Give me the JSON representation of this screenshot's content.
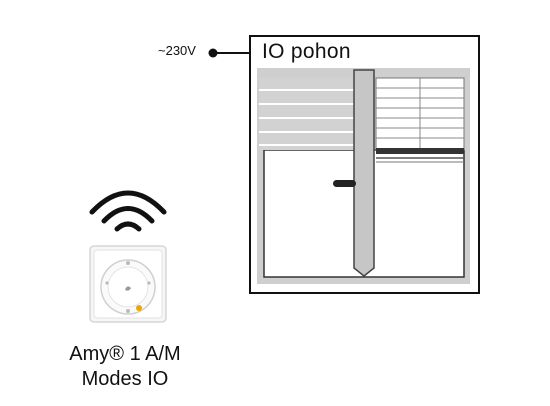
{
  "power": {
    "label": "~230V"
  },
  "motor": {
    "label": "IO pohon"
  },
  "device": {
    "line1": "Amy® 1 A/M",
    "line2": "Modes IO"
  },
  "icons": {
    "wireless": "wireless-signal-icon",
    "switch": "wall-switch",
    "window": "window-with-shutter-and-blind"
  },
  "colors": {
    "line": "#111111",
    "shutter": "#c7c7c7",
    "knob_accent": "#f0a500",
    "switch_body": "#f4f4f4"
  }
}
